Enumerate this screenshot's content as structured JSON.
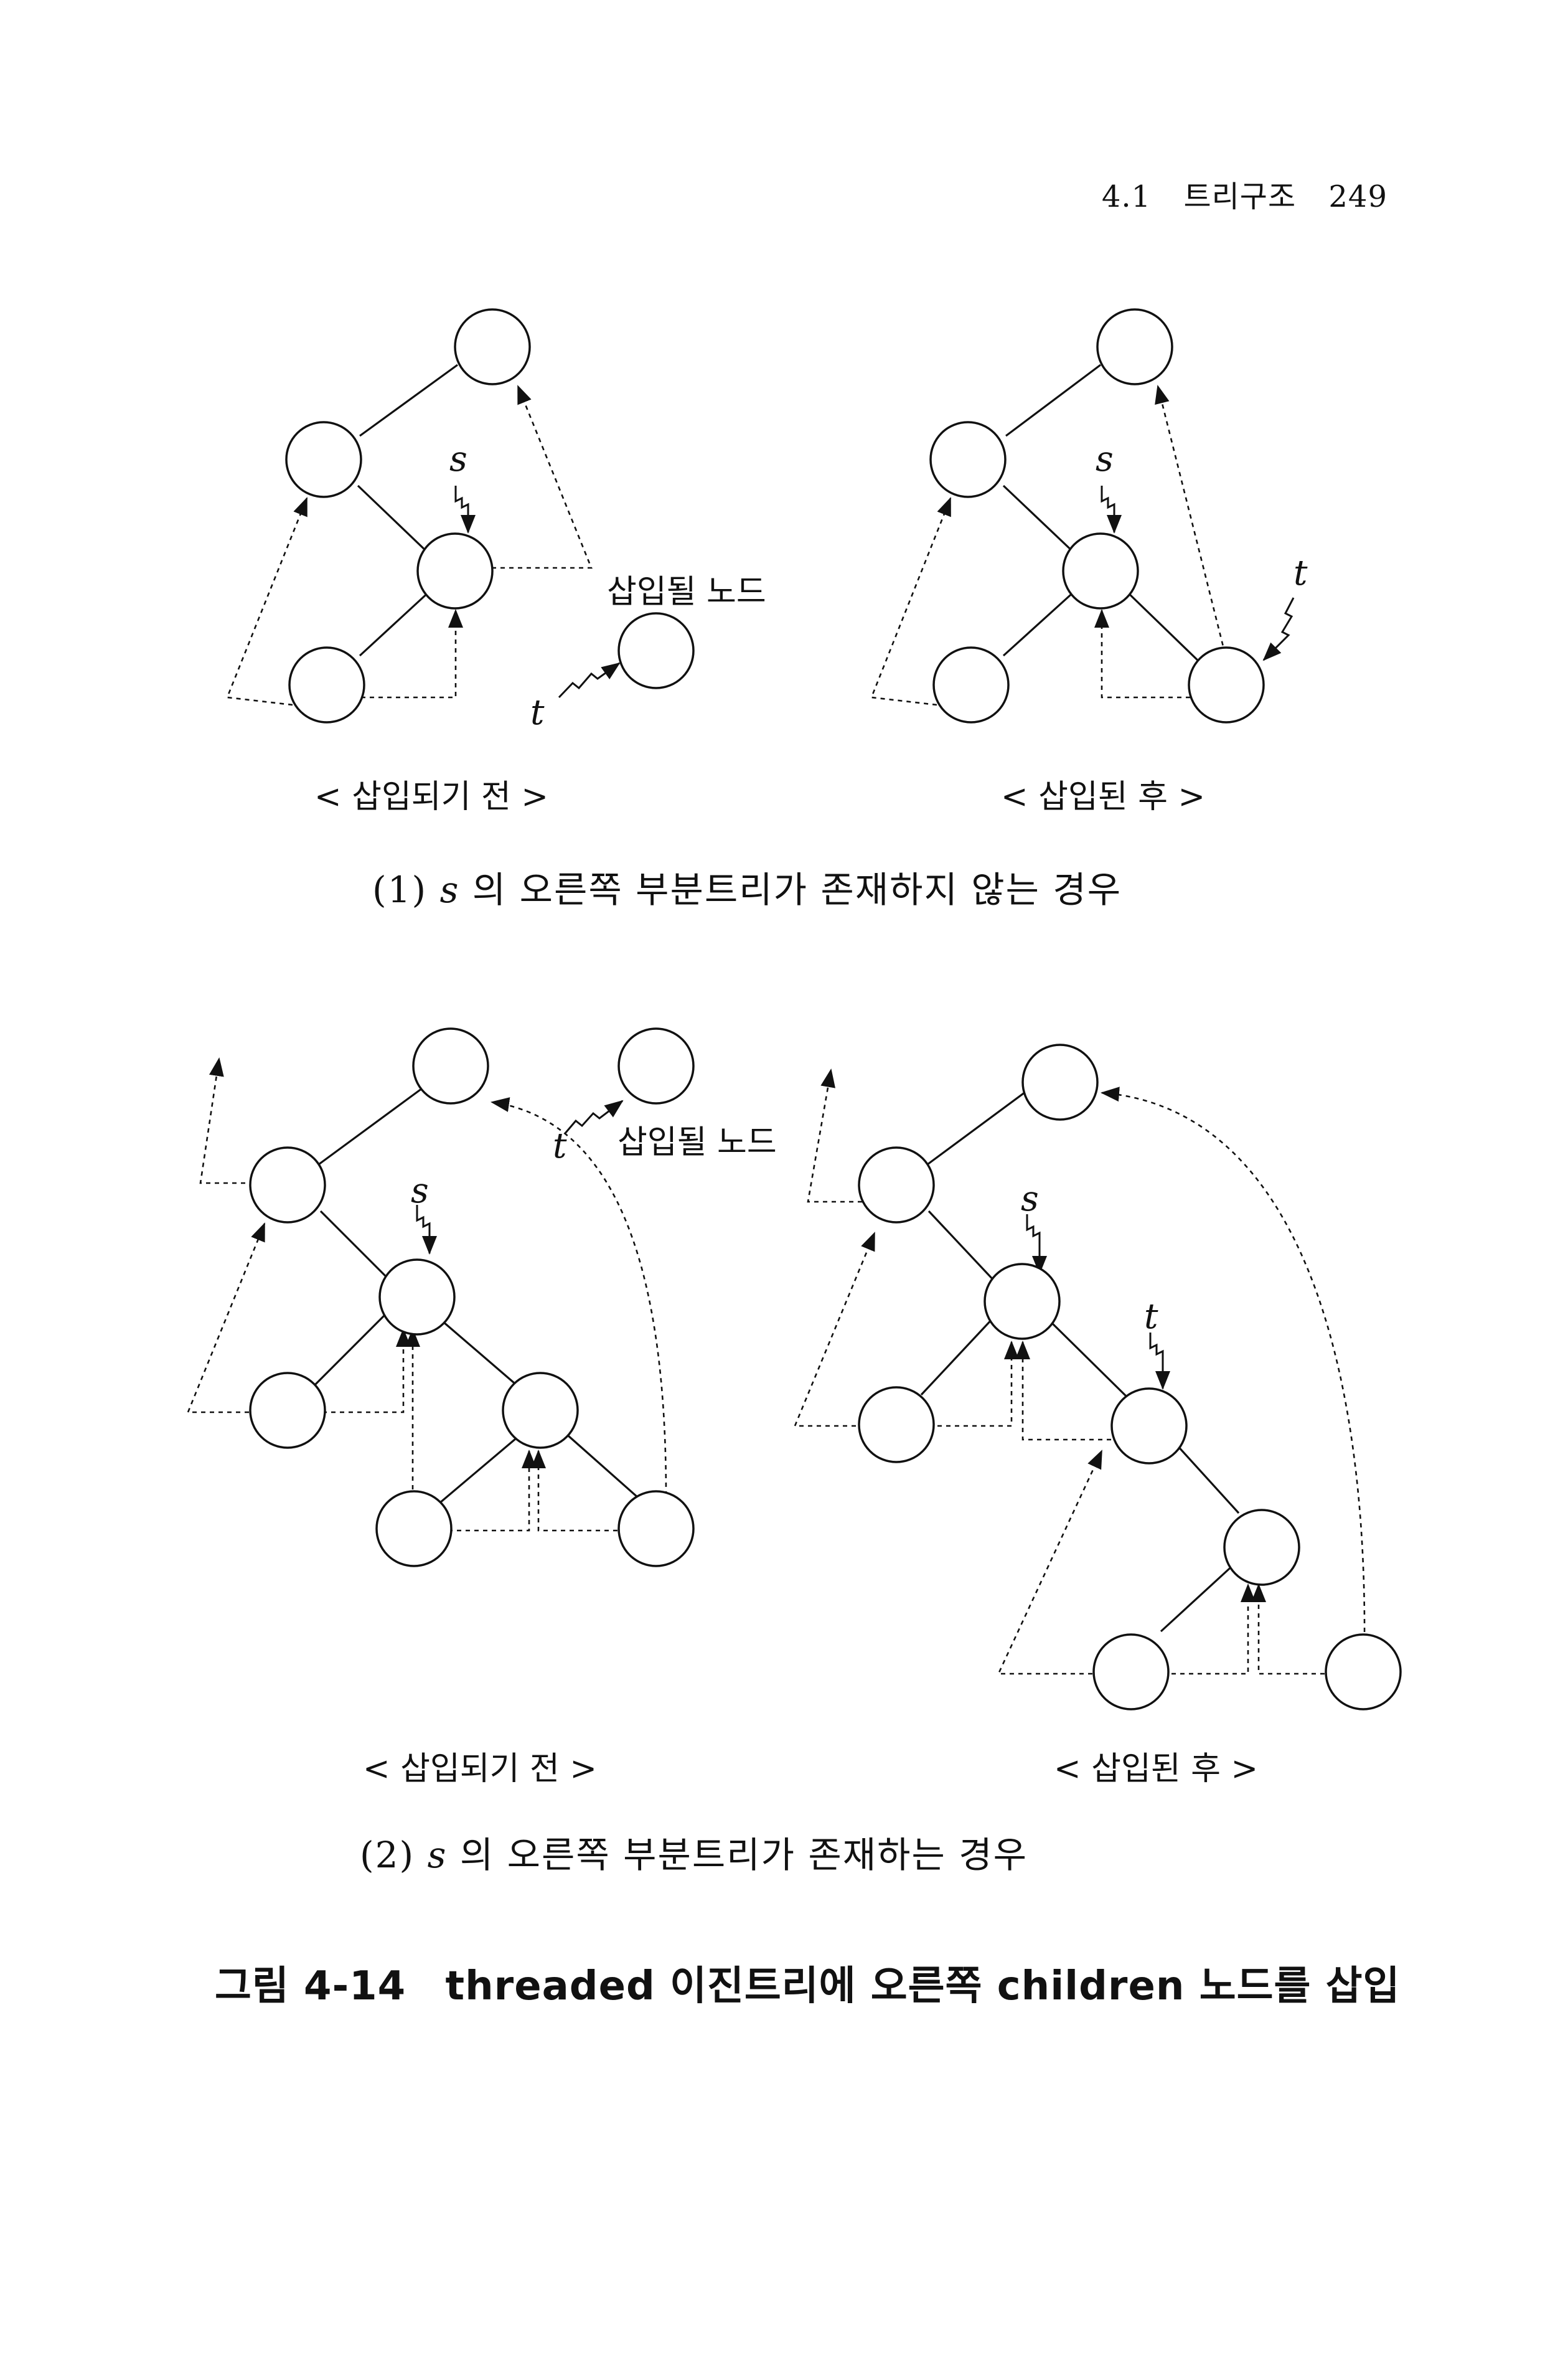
{
  "header": {
    "section": "4.1",
    "section_title": "트리구조",
    "page_number": "249"
  },
  "part1": {
    "before": {
      "label": "< 삽입되기 전 >",
      "s_label": "s",
      "t_label": "t",
      "new_node_label": "삽입될 노드"
    },
    "after": {
      "label": "< 삽입된 후 >",
      "s_label": "s",
      "t_label": "t"
    },
    "subtitle_num": "(1)",
    "subtitle_var": "s",
    "subtitle_text": "의 오른쪽 부분트리가 존재하지 않는 경우"
  },
  "part2": {
    "before": {
      "label": "< 삽입되기 전 >",
      "s_label": "s",
      "t_label": "t",
      "new_node_label": "삽입될 노드"
    },
    "after": {
      "label": "< 삽입된 후 >",
      "s_label": "s",
      "t_label": "t"
    },
    "subtitle_num": "(2)",
    "subtitle_var": "s",
    "subtitle_text": "의 오른쪽 부분트리가 존재하는 경우"
  },
  "caption": {
    "figure_number": "그림 4-14",
    "text": "threaded 이진트리에 오른쪽 children 노드를 삽입"
  }
}
